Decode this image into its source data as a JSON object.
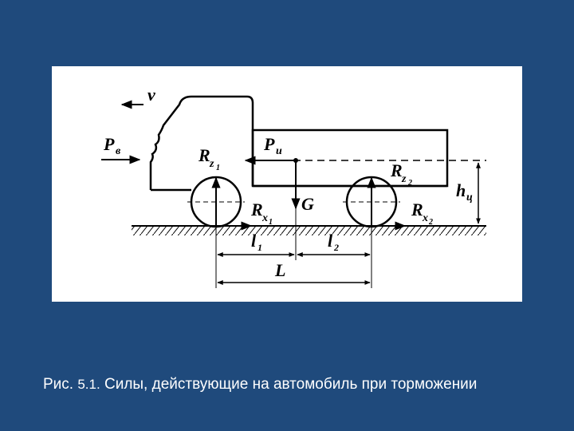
{
  "caption": {
    "prefix": "Рис. ",
    "number": "5.1.",
    "text": " Силы, действующие на автомобиль при торможении"
  },
  "diagram": {
    "labels": {
      "velocity": "v",
      "air_resistance": "P",
      "air_resistance_sub": "в",
      "inertia": "P",
      "inertia_sub": "и",
      "weight": "G",
      "rz1": "R",
      "rz1_sub": "z",
      "rz1_subsub": "1",
      "rz2": "R",
      "rz2_sub": "z",
      "rz2_subsub": "2",
      "rx1": "R",
      "rx1_sub": "x",
      "rx1_subsub": "1",
      "rx2": "R",
      "rx2_sub": "x",
      "rx2_subsub": "2",
      "cg_height": "h",
      "cg_height_sub": "ц",
      "l1": "l",
      "l1_sub": "1",
      "l2": "l",
      "l2_sub": "2",
      "wheelbase": "L"
    }
  }
}
